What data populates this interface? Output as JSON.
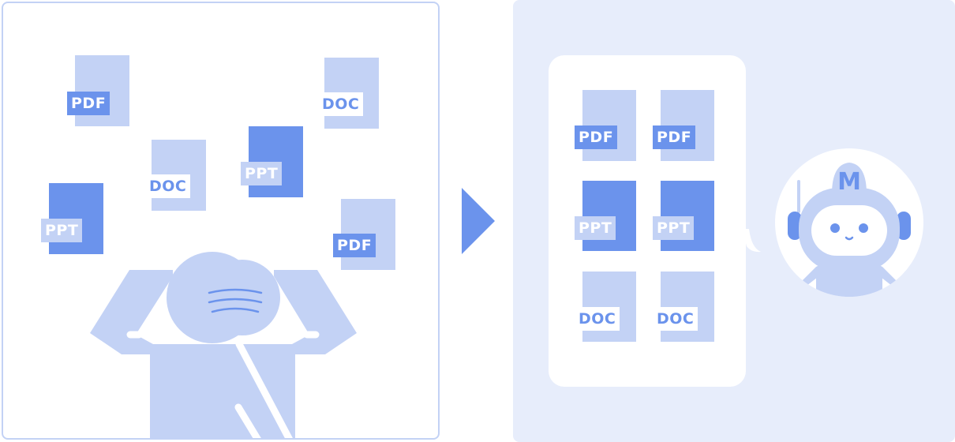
{
  "colors": {
    "light": "#c3d2f5",
    "dark": "#6b93ec",
    "ink": "#ffffff",
    "panel": "#e7edfb",
    "border": "#c3d2f5"
  },
  "left_panel": {
    "files": [
      {
        "label": "PDF",
        "variant": "light-sheet"
      },
      {
        "label": "DOC",
        "variant": "light-sheet"
      },
      {
        "label": "DOC",
        "variant": "light-sheet"
      },
      {
        "label": "PPT",
        "variant": "dark-sheet"
      },
      {
        "label": "PPT",
        "variant": "dark-sheet"
      },
      {
        "label": "PDF",
        "variant": "light-sheet"
      }
    ]
  },
  "right_panel": {
    "files": [
      {
        "label": "PDF",
        "variant": "light-sheet"
      },
      {
        "label": "PDF",
        "variant": "light-sheet"
      },
      {
        "label": "PPT",
        "variant": "dark-sheet"
      },
      {
        "label": "PPT",
        "variant": "dark-sheet"
      },
      {
        "label": "DOC",
        "variant": "light-sheet"
      },
      {
        "label": "DOC",
        "variant": "light-sheet"
      }
    ]
  },
  "icons": {
    "arrow": "arrow-right-icon",
    "person": "stressed-person-icon",
    "robot": "robot-assistant-icon",
    "robot_logo": "M"
  }
}
